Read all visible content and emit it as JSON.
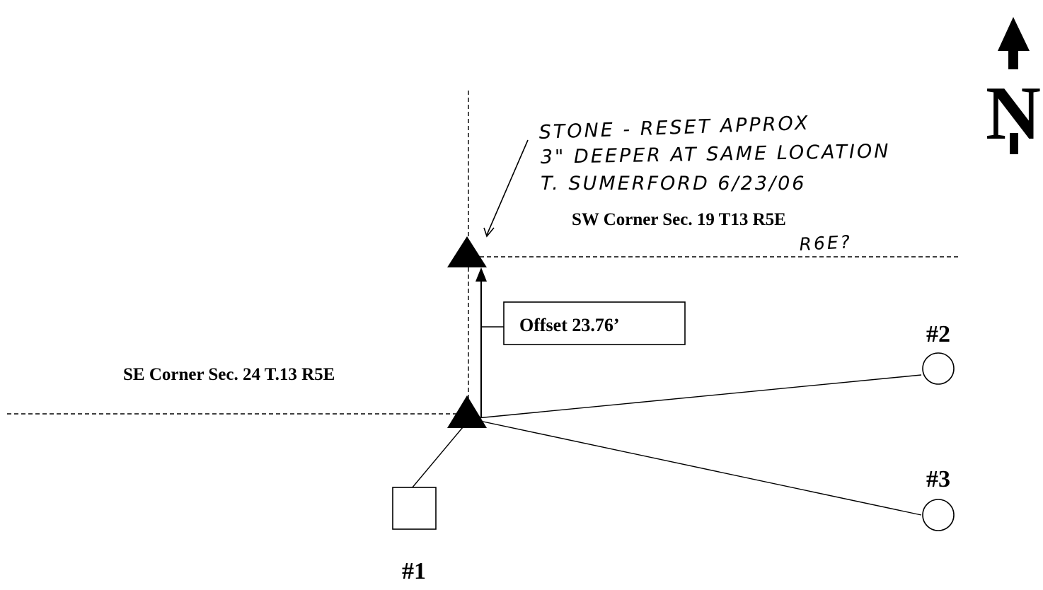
{
  "north": {
    "letter": "N"
  },
  "corners": {
    "sw_label": "SW Corner Sec. 19 T13 R5E",
    "se_label": "SE Corner  Sec. 24 T.13 R5E"
  },
  "offset": {
    "label": "Offset 23.76’"
  },
  "handwritten_note": {
    "line1": "STONE - RESET APPROX",
    "line2": "3\" DEEPER AT SAME LOCATION",
    "line3": "T. SUMERFORD 6/23/06",
    "range_query": "R6E?"
  },
  "references": {
    "ref1": "#1",
    "ref2": "#2",
    "ref3": "#3"
  }
}
